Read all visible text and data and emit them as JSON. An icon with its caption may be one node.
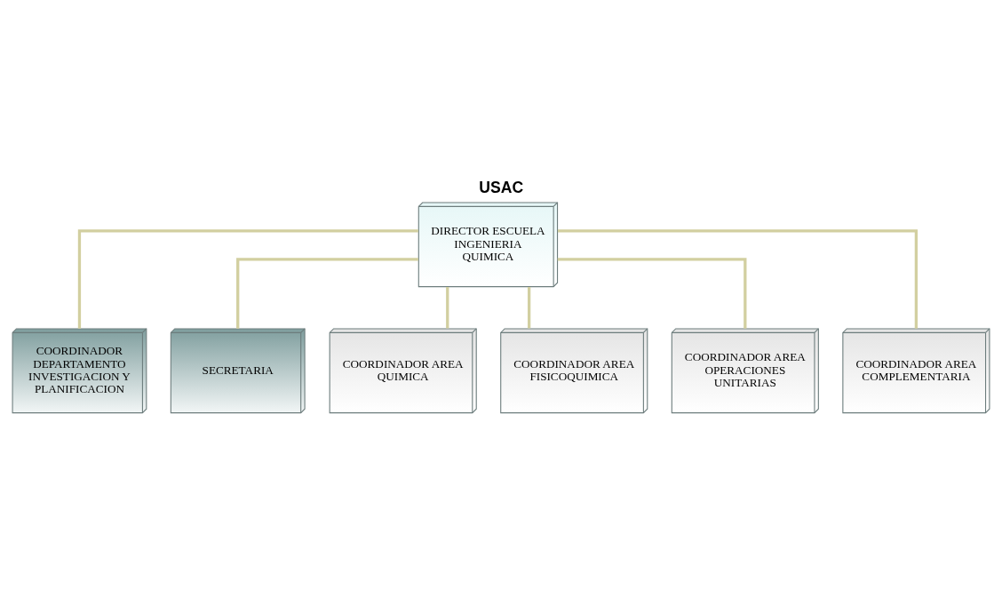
{
  "diagram": {
    "title": "USAC",
    "nodes": [
      {
        "text": [
          "DIRECTOR ESCUELA INGENIERIA QUIMICA"
        ]
      },
      {
        "text": [
          "COORDINADOR DEPARTAMENTO INVESTIGACION Y PLANIFICACION"
        ]
      },
      {
        "text": [
          "SECRETARIA"
        ]
      },
      {
        "text": [
          "COORDINADOR AREA QUIMICA"
        ]
      },
      {
        "text": [
          "COORDINADOR AREA FISICOQUIMICA"
        ]
      },
      {
        "text": [
          "COORDINADOR AREA OPERACIONES UNITARIAS"
        ]
      },
      {
        "text": [
          "COORDINADOR AREA COMPLEMENTARIA"
        ]
      }
    ],
    "edges": [
      {
        "from": 0,
        "to": 1,
        "arrow": "none"
      },
      {
        "from": 0,
        "to": 2,
        "arrow": "none"
      },
      {
        "from": 0,
        "to": 3,
        "arrow": "none"
      },
      {
        "from": 0,
        "to": 4,
        "arrow": "none"
      },
      {
        "from": 0,
        "to": 5,
        "arrow": "none"
      },
      {
        "from": 0,
        "to": 6,
        "arrow": "none"
      }
    ]
  }
}
